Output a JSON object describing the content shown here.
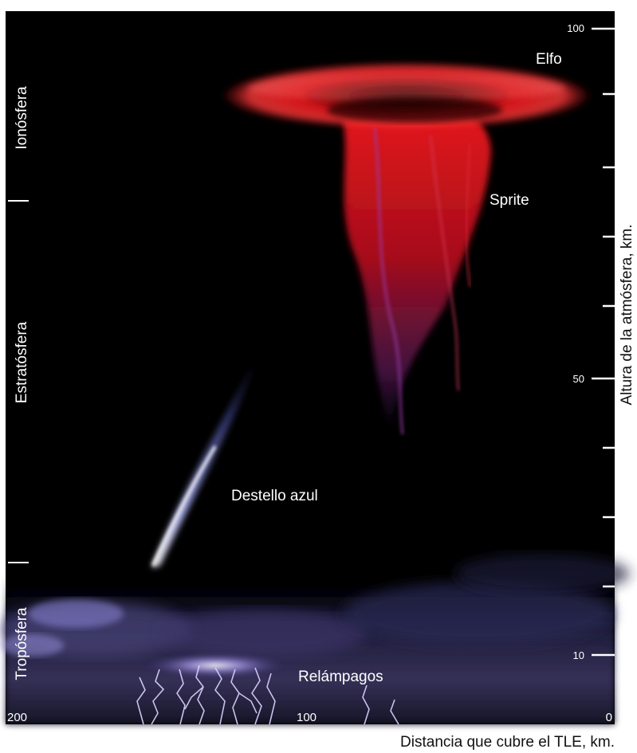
{
  "layers": {
    "ionosphere": "Ionósfera",
    "stratosphere": "Estratósfera",
    "troposphere": "Tropósfera"
  },
  "phenomena": {
    "elf": "Elfo",
    "sprite": "Sprite",
    "blue_jet": "Destello azul",
    "lightning": "Relámpagos"
  },
  "altitude_axis": {
    "label": "Altura de la atmósfera,  km.",
    "ticks": [
      "100",
      "50",
      "10"
    ]
  },
  "distance_axis": {
    "label": "Distancia que cubre el TLE,  km.",
    "ticks": [
      "200",
      "100",
      "0"
    ]
  },
  "colors": {
    "sky": "#000000",
    "sprite_red": "#e0151a",
    "blue_jet": "#7b84e6",
    "lightning": "#c9b8ff",
    "axis": "#ffffff"
  }
}
